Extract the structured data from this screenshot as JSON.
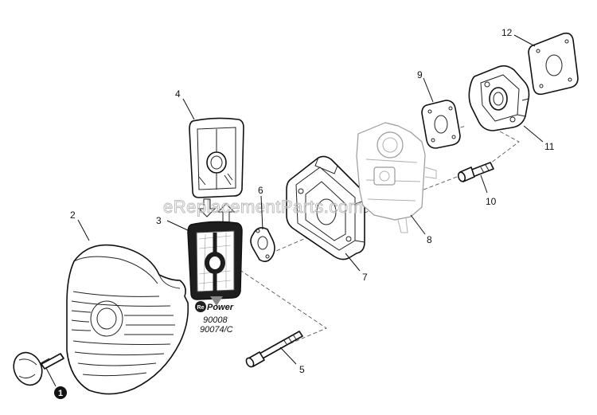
{
  "watermark": "eReplacementParts.com",
  "callouts": [
    "1",
    "2",
    "3",
    "4",
    "5",
    "6",
    "7",
    "8",
    "9",
    "10",
    "11",
    "12"
  ],
  "filter_note": {
    "brand_prefix": "Re",
    "brand_word": "Power",
    "part_numbers": [
      "90008",
      "90074/C"
    ]
  }
}
